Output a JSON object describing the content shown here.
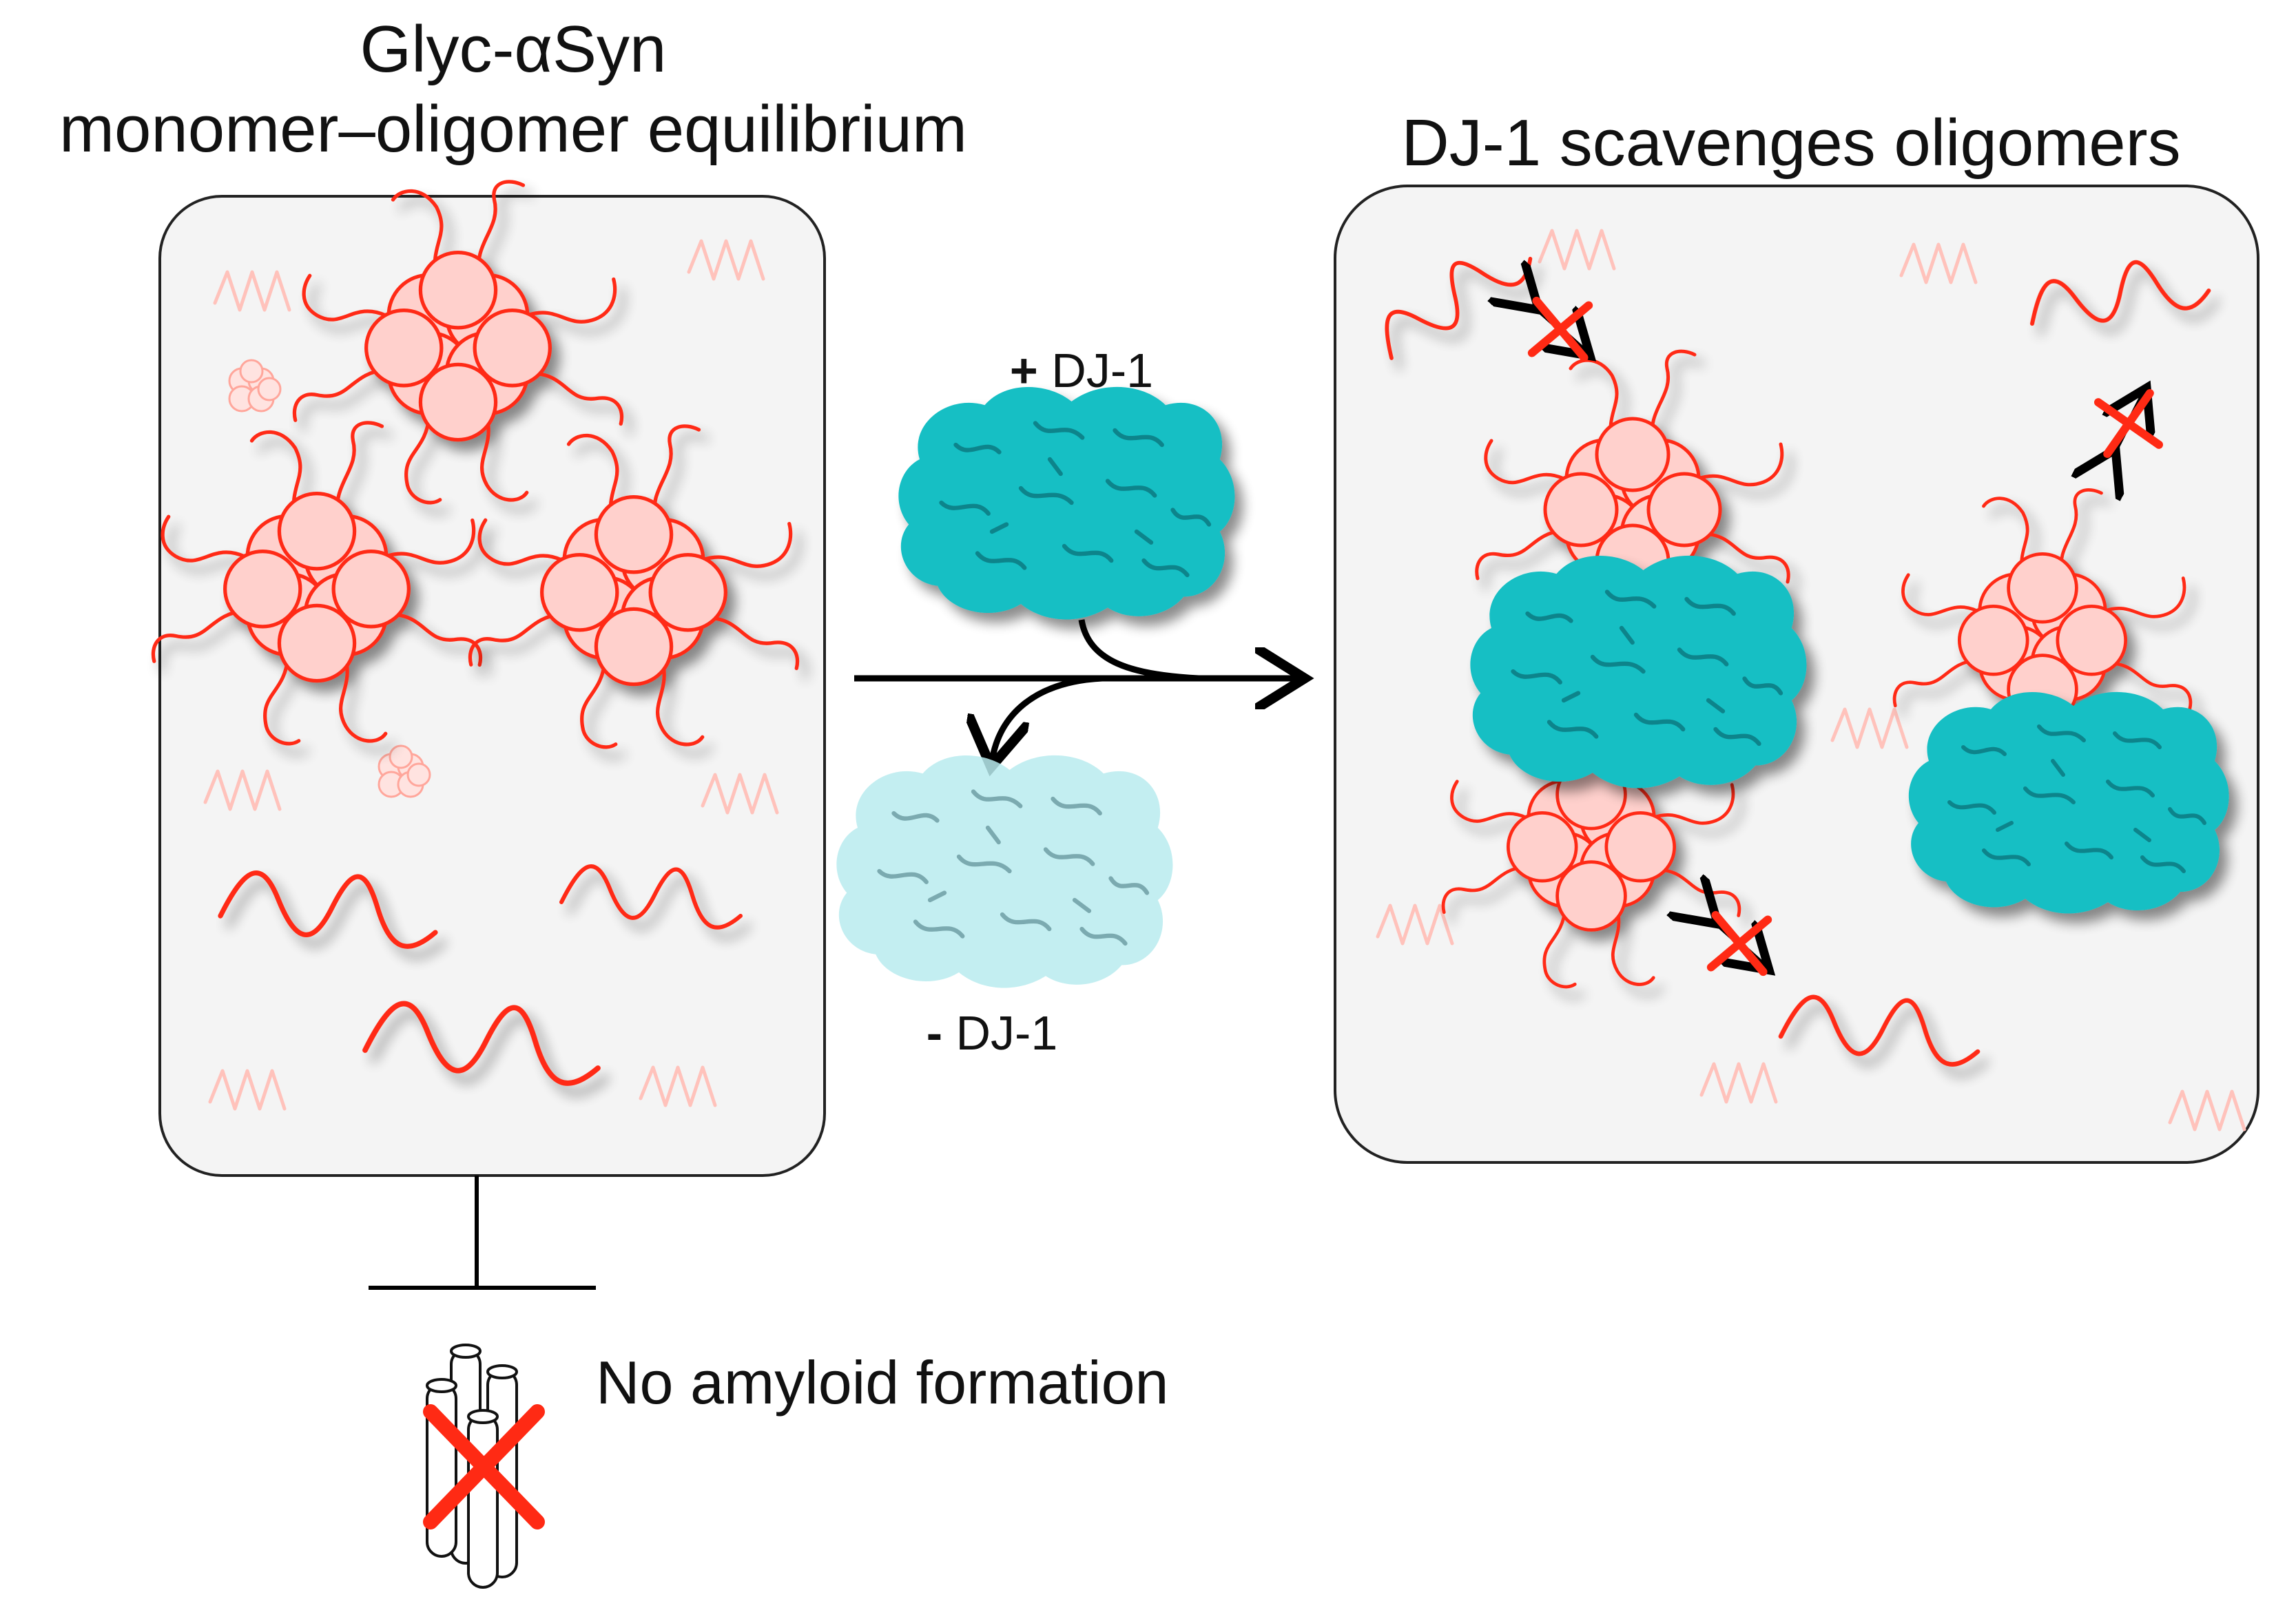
{
  "left_panel": {
    "title_line1": "Glyc-αSyn",
    "title_line2": "monomer–oligomer equilibrium"
  },
  "right_panel": {
    "title": "DJ-1 scavenges oligomers"
  },
  "middle": {
    "plus_sign": "+",
    "plus_label": "DJ-1",
    "minus_sign": "-",
    "minus_label": "DJ-1"
  },
  "bottom": {
    "no_amyloid_label": "No amyloid formation"
  },
  "colors": {
    "alpha_syn": "#ff2a14",
    "alpha_syn_faint": "#ffc2bb",
    "oligomer_fill": "#ffd0cc",
    "dj1": "#12bfc4",
    "dj1_faint": "#b9ecef",
    "panel_fill": "#f4f4f4",
    "panel_stroke": "#222222"
  }
}
